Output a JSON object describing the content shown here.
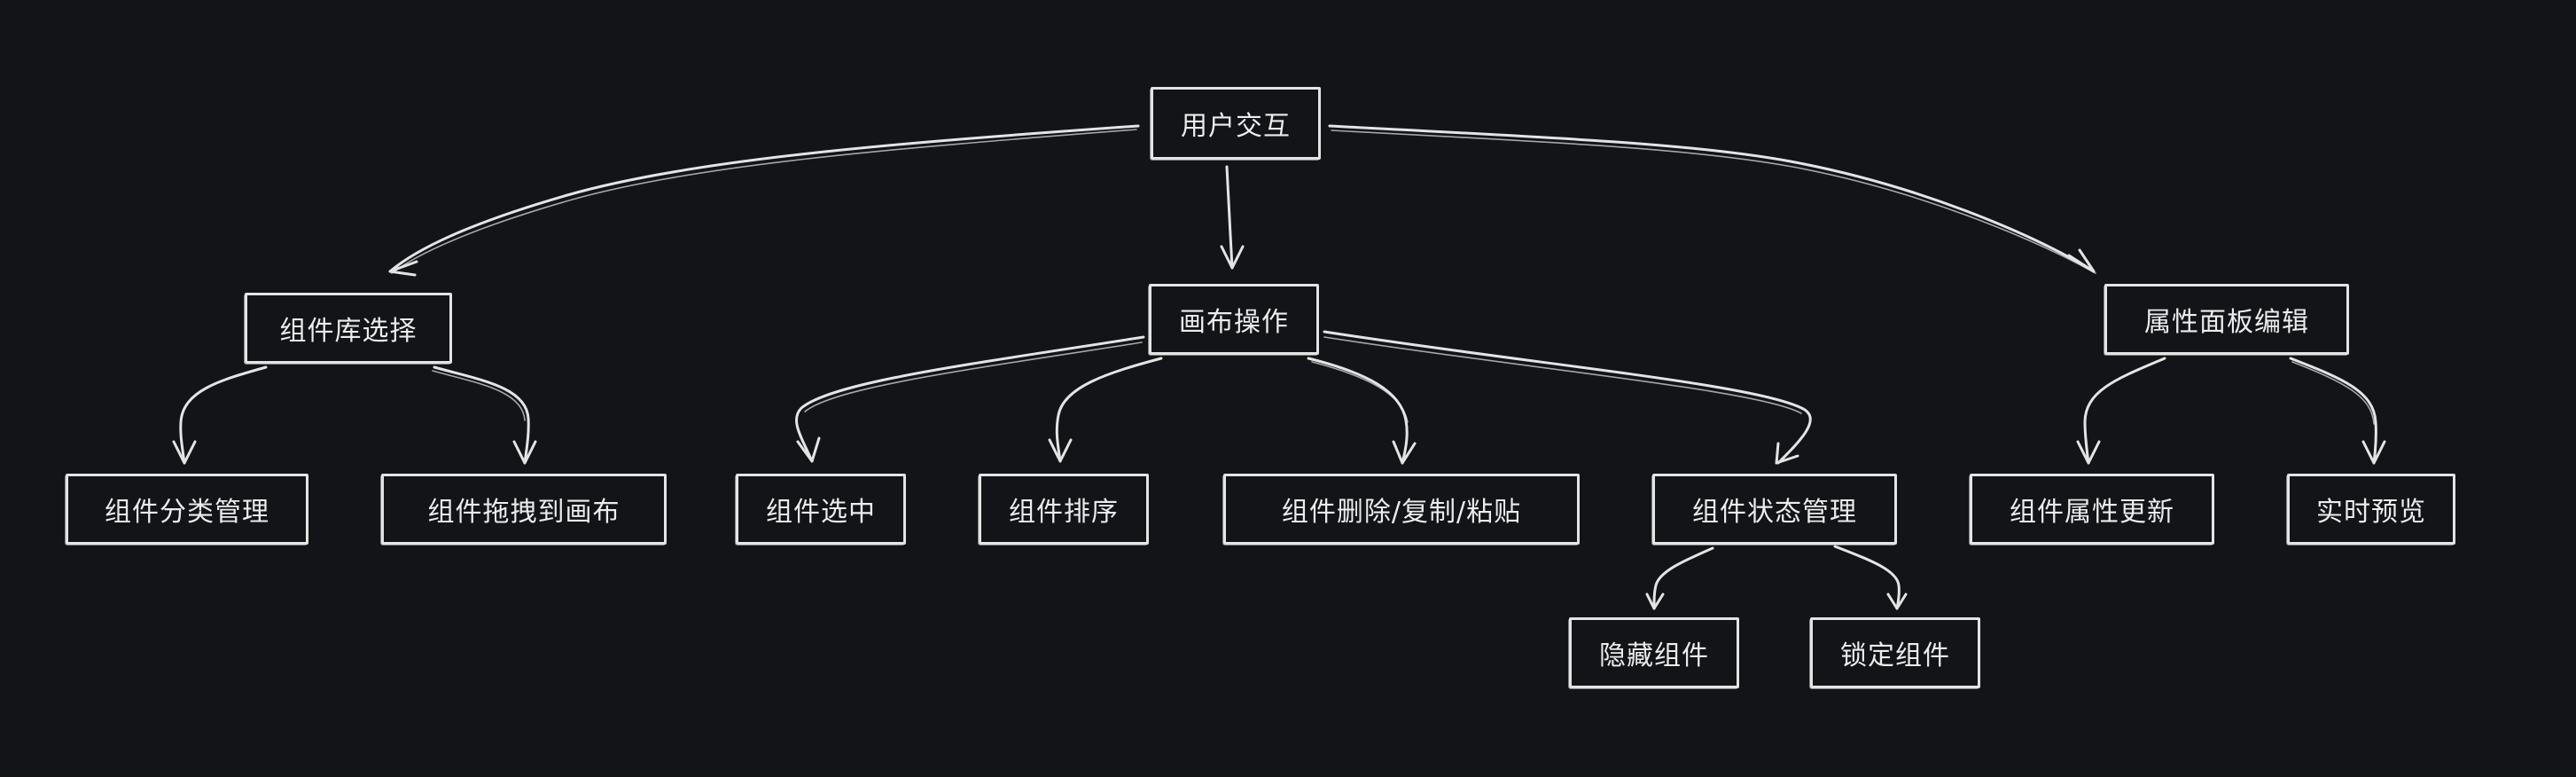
{
  "theme": {
    "background": "#121418",
    "stroke": "#e4e4e4",
    "text": "#ececec"
  },
  "nodes": {
    "root": "用户交互",
    "component_library": "组件库选择",
    "canvas_operation": "画布操作",
    "property_panel": "属性面板编辑",
    "category_management": "组件分类管理",
    "drag_to_canvas": "组件拖拽到画布",
    "component_select": "组件选中",
    "component_sort": "组件排序",
    "delete_copy_paste": "组件删除/复制/粘贴",
    "state_management": "组件状态管理",
    "property_update": "组件属性更新",
    "realtime_preview": "实时预览",
    "hide_component": "隐藏组件",
    "lock_component": "锁定组件"
  },
  "edges": [
    {
      "from": "root",
      "to": "component_library"
    },
    {
      "from": "root",
      "to": "canvas_operation"
    },
    {
      "from": "root",
      "to": "property_panel"
    },
    {
      "from": "component_library",
      "to": "category_management"
    },
    {
      "from": "component_library",
      "to": "drag_to_canvas"
    },
    {
      "from": "canvas_operation",
      "to": "component_select"
    },
    {
      "from": "canvas_operation",
      "to": "component_sort"
    },
    {
      "from": "canvas_operation",
      "to": "delete_copy_paste"
    },
    {
      "from": "canvas_operation",
      "to": "state_management"
    },
    {
      "from": "property_panel",
      "to": "property_update"
    },
    {
      "from": "property_panel",
      "to": "realtime_preview"
    },
    {
      "from": "state_management",
      "to": "hide_component"
    },
    {
      "from": "state_management",
      "to": "lock_component"
    }
  ]
}
